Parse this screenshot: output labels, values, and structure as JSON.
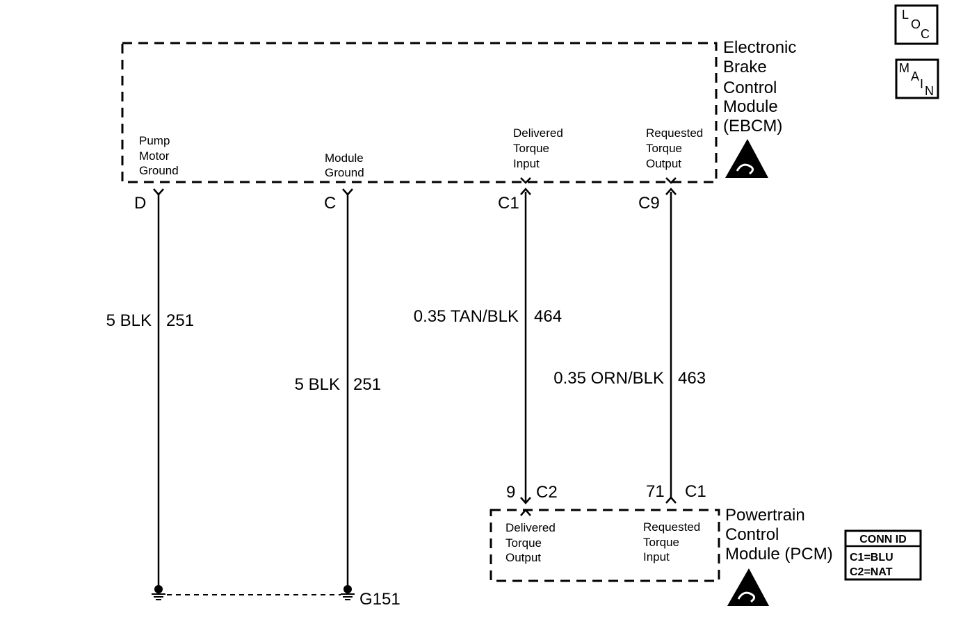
{
  "ebcm": {
    "name_lines": [
      "Electronic",
      "Brake",
      "Control",
      "Module",
      "(EBCM)"
    ],
    "pins": [
      {
        "label_lines": [
          "Pump",
          "Motor",
          "Ground"
        ],
        "pin": "D",
        "wire_color": "5 BLK",
        "circuit": "251"
      },
      {
        "label_lines": [
          "Module",
          "Ground"
        ],
        "pin": "C",
        "wire_color": "5 BLK",
        "circuit": "251"
      },
      {
        "label_lines": [
          "Delivered",
          "Torque",
          "Input"
        ],
        "pin": "C1",
        "wire_color": "0.35 TAN/BLK",
        "circuit": "464"
      },
      {
        "label_lines": [
          "Requested",
          "Torque",
          "Output"
        ],
        "pin": "C9",
        "wire_color": "0.35 ORN/BLK",
        "circuit": "463"
      }
    ]
  },
  "pcm": {
    "name_lines": [
      "Powertrain",
      "Control",
      "Module (PCM)"
    ],
    "pins": [
      {
        "label_lines": [
          "Delivered",
          "Torque",
          "Output"
        ],
        "pin": "9",
        "connector": "C2"
      },
      {
        "label_lines": [
          "Requested",
          "Torque",
          "Input"
        ],
        "pin": "71",
        "connector": "C1"
      }
    ]
  },
  "ground": {
    "label": "G151"
  },
  "conn_id": {
    "title": "CONN ID",
    "lines": [
      "C1=BLU",
      "C2=NAT"
    ]
  },
  "badges": {
    "loc": [
      "L",
      "O",
      "C"
    ],
    "main": [
      "M",
      "A",
      "I",
      "N"
    ]
  }
}
